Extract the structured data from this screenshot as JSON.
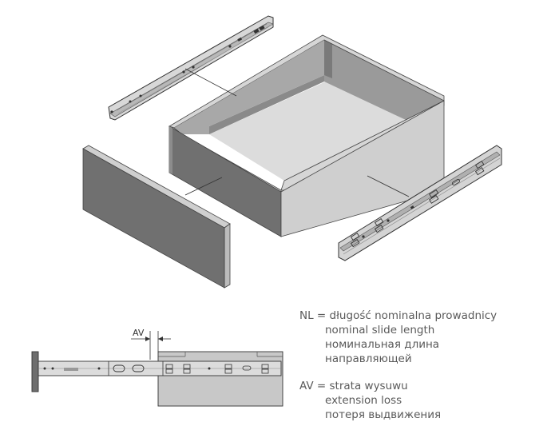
{
  "legend": {
    "nl": {
      "label": "NL =",
      "lines": [
        "długość nominalna prowadnicy",
        "nominal slide length",
        "номинальная длина",
        "направляющей"
      ]
    },
    "av": {
      "label": "AV =",
      "lines": [
        "strata wysuwu",
        "extension loss",
        "потеря выдвижения"
      ]
    }
  },
  "dimension": {
    "label": "AV"
  },
  "colors": {
    "panel_dark": "#6e6e6e",
    "panel_light": "#cfcfcf",
    "drawer_interior": "#dcdcdc",
    "metal": "#d4d4d4",
    "line": "#333333",
    "text": "#5a5a5a"
  }
}
